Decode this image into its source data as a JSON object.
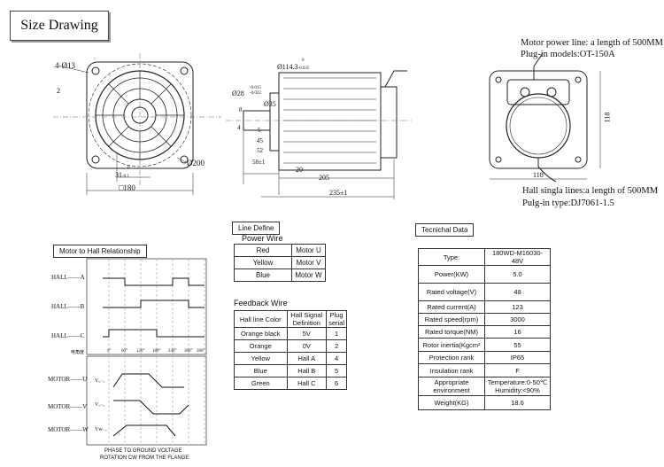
{
  "page_title": "Size Drawing",
  "front_view": {
    "hole_label": "4-Ø13",
    "small_dim": "2",
    "bolt_circle": "Ø200",
    "key_dim": "31",
    "key_tol": "-0.1",
    "key_tol_top": "0",
    "square": "□180"
  },
  "side_view": {
    "dia_body": "Ø114.3",
    "dia_body_tol": "-0.035",
    "dia_body_tol_top": "0",
    "dia_shaft": "Ø28",
    "dia_shaft_tol_top": "-0.015",
    "dia_shaft_tol_bot": "-0.022",
    "dia_35": "Ø35",
    "d8": "8",
    "d4": "4",
    "d5": "5",
    "d45": "45",
    "d52": "52",
    "d58": "58±1",
    "d20": "20",
    "d205": "205",
    "d235": "235±1"
  },
  "rear_view": {
    "power_line": "Motor power line: a length of 500MM",
    "plugin_models": "Plug-in models:OT-150A",
    "dim_118_v": "118",
    "dim_118_h": "118",
    "hall_line": "Hall singla  lines:a length of 500MM",
    "plugin_type": "Pulg-in type:DJ7061-1.5"
  },
  "hall_chart": {
    "caption": "Motor to Hall Relationship",
    "hall_labels": [
      "HALL——A",
      "HALL——B",
      "HALL——C"
    ],
    "motor_labels": [
      "MOTOR——U",
      "MOTOR——V",
      "MOTOR——W"
    ],
    "angle_axis_label": "电角度",
    "angles": [
      "0°",
      "60°",
      "120°",
      "180°",
      "240°",
      "300°",
      "360°"
    ],
    "wave_labels": [
      "Vᵤ₋ₒ",
      "Vᵥ₋ₒ",
      "Vw₋ₒ"
    ],
    "footer1": "PHASE TO GROUND VOLTAGE",
    "footer2": "ROTATION CW FROM THE FLANGE"
  },
  "line_define": {
    "caption": "Line Define",
    "power_title": "Power Wire",
    "power_rows": [
      [
        "Red",
        "Motor U"
      ],
      [
        "Yellow",
        "Motor V"
      ],
      [
        "Blue",
        "Motor W"
      ]
    ],
    "feedback_title": "Feedback Wire",
    "feedback_headers": [
      "Hall line Color",
      "Hall Signal Definition",
      "Plug serial"
    ],
    "feedback_rows": [
      [
        "Orange black",
        "5V",
        "1"
      ],
      [
        "Orange",
        "0V",
        "2"
      ],
      [
        "Yellow",
        "Hall A",
        "4"
      ],
      [
        "Blue",
        "Hall B",
        "5"
      ],
      [
        "Green",
        "Hall C",
        "6"
      ]
    ]
  },
  "tech_data": {
    "caption": "Tecnichal Data",
    "rows": [
      [
        "Type:",
        "180WD-M16030-48V"
      ],
      [
        "Power(KW)",
        "5.0"
      ],
      [
        "Rated voltage(V)",
        "48"
      ],
      [
        "Rated current(A)",
        "123"
      ],
      [
        "Rated speed(rpm)",
        "3000"
      ],
      [
        "Rated torque(NM)",
        "16"
      ],
      [
        "Rotor inertia(Kgcm²",
        "55"
      ],
      [
        "Protection rank",
        "IP65"
      ],
      [
        "Insulation rank",
        "F"
      ],
      [
        "Appropriate environment",
        "Temperature:0-50℃ Humidity:<90%"
      ],
      [
        "Weight(KG)",
        "18.6"
      ]
    ]
  }
}
